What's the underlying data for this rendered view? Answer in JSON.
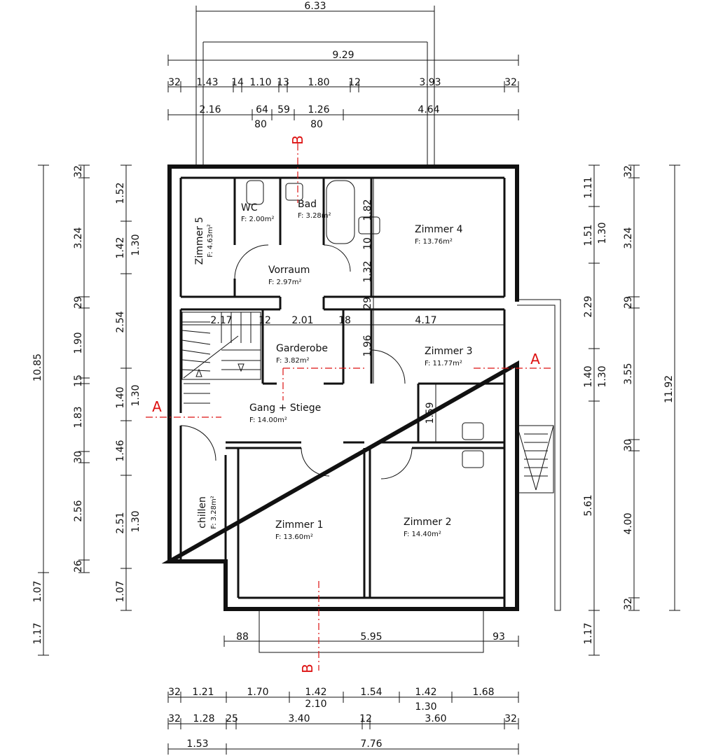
{
  "rooms": {
    "wc": {
      "name": "WC",
      "area": "F: 2.00m²"
    },
    "bad": {
      "name": "Bad",
      "area": "F: 3.28m²"
    },
    "zimmer5": {
      "name": "Zimmer 5",
      "area": "F: 4.63m²"
    },
    "vorraum": {
      "name": "Vorraum",
      "area": "F: 2.97m²"
    },
    "zimmer4": {
      "name": "Zimmer 4",
      "area": "F: 13.76m²"
    },
    "garderobe": {
      "name": "Garderobe",
      "area": "F: 3.82m²"
    },
    "zimmer3": {
      "name": "Zimmer 3",
      "area": "F: 11.77m²"
    },
    "gang": {
      "name": "Gang + Stiege",
      "area": "F: 14.00m²"
    },
    "chillen": {
      "name": "chillen",
      "area": "F: 3.28m²"
    },
    "zimmer1": {
      "name": "Zimmer 1",
      "area": "F: 13.60m²"
    },
    "zimmer2": {
      "name": "Zimmer 2",
      "area": "F: 14.40m²"
    }
  },
  "sections": {
    "a": "A",
    "b": "B"
  },
  "top": {
    "overall": "6.33",
    "width": "9.29",
    "row1": [
      "32",
      "1.43",
      "14",
      "1.10",
      "13",
      "1.80",
      "12",
      "3.93",
      "32"
    ],
    "row2": [
      "2.16",
      "64",
      "59",
      "1.26",
      "4.64"
    ],
    "row2_sub": [
      "80",
      "80"
    ]
  },
  "bottom": {
    "row0": [
      "88",
      "5.95",
      "93"
    ],
    "row1": [
      "32",
      "1.21",
      "1.70",
      "1.42",
      "1.54",
      "1.42",
      "1.68"
    ],
    "row1_sub": [
      "2.10",
      "1.30"
    ],
    "row2": [
      "32",
      "1.28",
      "25",
      "3.40",
      "12",
      "3.60",
      "32"
    ],
    "row3": [
      "1.53",
      "7.76"
    ]
  },
  "left": {
    "total": "10.85",
    "extra": "1.17",
    "col2": [
      "32",
      "3.24",
      "29",
      "1.90",
      "15",
      "1.83",
      "30",
      "2.56",
      "26",
      "1.07"
    ],
    "col3": [
      "1.52",
      "1.42",
      "2.54",
      "1.40",
      "1.46",
      "2.51",
      "1.07"
    ],
    "col3_sub": [
      "1.30",
      "1.30",
      "1.30"
    ]
  },
  "right": {
    "total": "11.92",
    "col1": [
      "1.11",
      "1.51",
      "2.29",
      "1.40",
      "5.61",
      "1.17"
    ],
    "col1_sub": [
      "1.30",
      "1.30"
    ],
    "col2": [
      "32",
      "3.24",
      "29",
      "3.55",
      "30",
      "4.00",
      "32"
    ]
  },
  "inner": {
    "row": [
      "2.17",
      "12",
      "2.01",
      "18",
      "4.17"
    ],
    "bath_v": "1.82",
    "bath_v2": "10",
    "hall_v": "1.32",
    "v29": "29",
    "garderobe_v": "1.96",
    "z3_v": "1.59"
  }
}
